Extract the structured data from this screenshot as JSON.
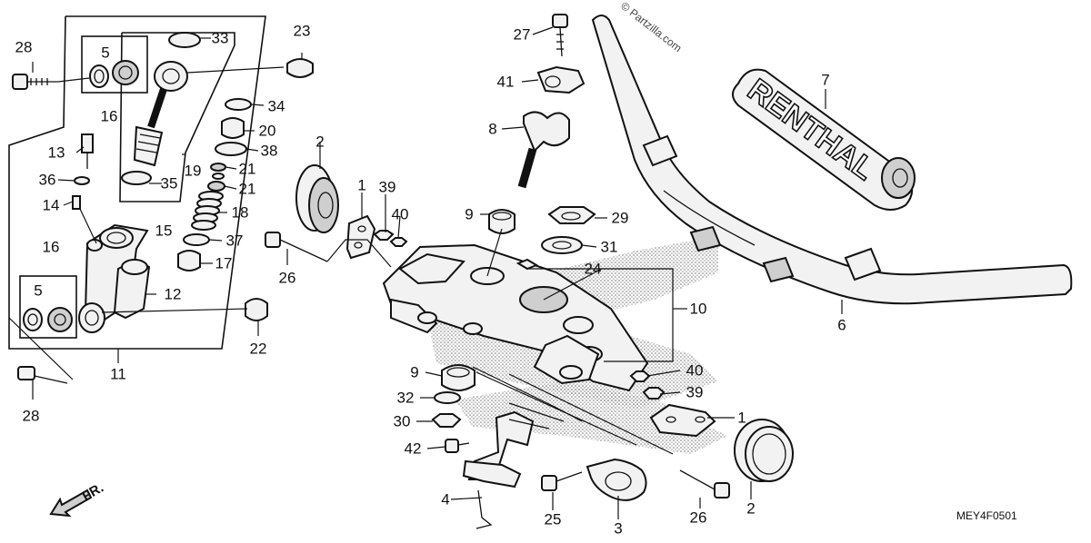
{
  "watermark": "© Partzilla.com",
  "diagram_code": "MEY4F0501",
  "direction_label": "FR.",
  "grip_brand": "RENTHAL",
  "callouts": [
    "28",
    "5",
    "16",
    "33",
    "23",
    "13",
    "36",
    "14",
    "35",
    "15",
    "19",
    "21",
    "21",
    "20",
    "34",
    "38",
    "18",
    "37",
    "17",
    "16",
    "5",
    "12",
    "22",
    "11",
    "28",
    "2",
    "1",
    "39",
    "40",
    "26",
    "27",
    "41",
    "8",
    "9",
    "29",
    "31",
    "24",
    "10",
    "7",
    "6",
    "9",
    "40",
    "39",
    "32",
    "30",
    "42",
    "1",
    "4",
    "25",
    "3",
    "26",
    "2"
  ]
}
